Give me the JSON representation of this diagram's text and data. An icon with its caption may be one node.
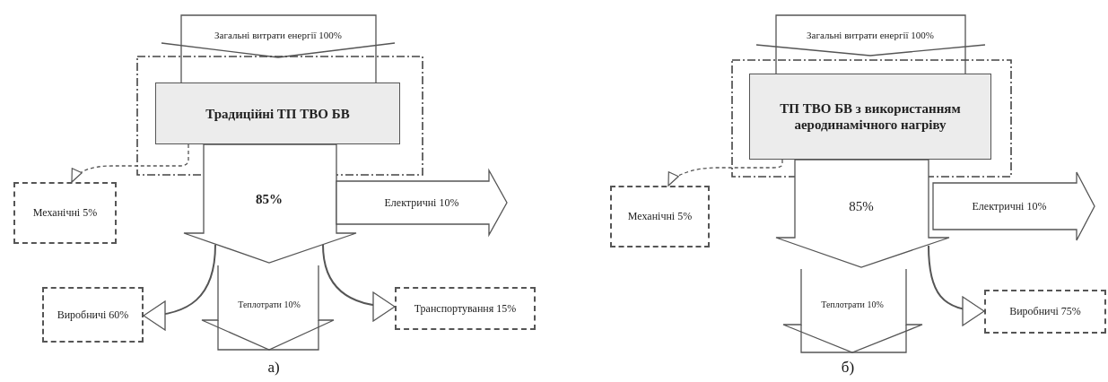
{
  "diagram": {
    "nodes": [
      {
        "text": [
          "Загальні витрати енергії 100%"
        ]
      },
      {
        "text": [],
        "shape": "box"
      },
      {
        "text": [
          "Традиційні ТП ТВО БВ"
        ],
        "in": 1
      },
      {
        "text": [
          "85%"
        ]
      },
      {
        "text": [
          "Механічні 5%"
        ]
      },
      {
        "text": [
          "Електричні 10%"
        ]
      },
      {
        "text": [
          "Виробничі 60%"
        ]
      },
      {
        "text": [
          "Теплотрати 10%"
        ]
      },
      {
        "text": [
          "Транспортування 15%"
        ]
      },
      {
        "text": [
          "Загальні витрати енергії 100%"
        ]
      },
      {
        "text": [],
        "shape": "box"
      },
      {
        "text": [
          "ТП ТВО БВ з використанням аеродинамічного нагріву"
        ],
        "in": 10
      },
      {
        "text": [
          "Механічні 5%"
        ]
      },
      {
        "text": [
          "85%"
        ]
      },
      {
        "text": [
          "Електричні 10%"
        ]
      },
      {
        "text": [
          "Теплотрати 10%"
        ]
      },
      {
        "text": [
          "Виробничі 75%"
        ]
      }
    ],
    "edges": [
      {
        "from": 2,
        "to": 4,
        "arrow": "to",
        "style": "dashed"
      },
      {
        "from": 3,
        "to": 6,
        "arrow": "to"
      },
      {
        "from": 3,
        "to": 8,
        "arrow": "to"
      },
      {
        "from": 11,
        "to": 12,
        "arrow": "to",
        "style": "dashed"
      },
      {
        "from": 13,
        "to": 16,
        "arrow": "to"
      }
    ],
    "labels": [
      "а)",
      "б)"
    ]
  }
}
